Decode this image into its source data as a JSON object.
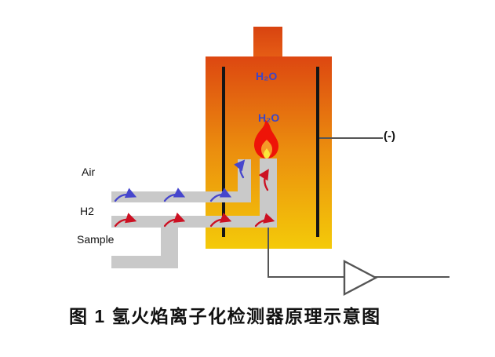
{
  "figure": {
    "caption": "图 1 氢火焰离子化检测器原理示意图",
    "chamber": {
      "water_label_top": "H₂O",
      "water_label_mid": "H₂O"
    },
    "inlets": {
      "air_label": "Air",
      "h2_label": "H2",
      "sample_label": "Sample"
    },
    "electrode": {
      "negative_terminal_label": "(-)"
    },
    "icons": {
      "flame": "flame-icon",
      "amplifier": "amplifier-triangle-icon",
      "air_flow_arrow": "blue-curved-right-arrow",
      "fuel_flow_arrow": "red-curved-right-arrow"
    },
    "colors": {
      "chamber_top": "#dd4711",
      "chamber_mid": "#eb8d0e",
      "chamber_bottom": "#f4ca09",
      "chamber_chimney": "#d84310",
      "tube_gray": "#c9c9c9",
      "electrode_black": "#151515",
      "air_arrow_blue": "#4646cd",
      "fuel_arrow_red": "#cc1022",
      "water_label_blue": "#3c46c8",
      "flame_red": "#ee1408",
      "flame_orange": "#f59a28",
      "flame_yellow": "#fbe93a",
      "wire_gray": "#555555"
    }
  }
}
